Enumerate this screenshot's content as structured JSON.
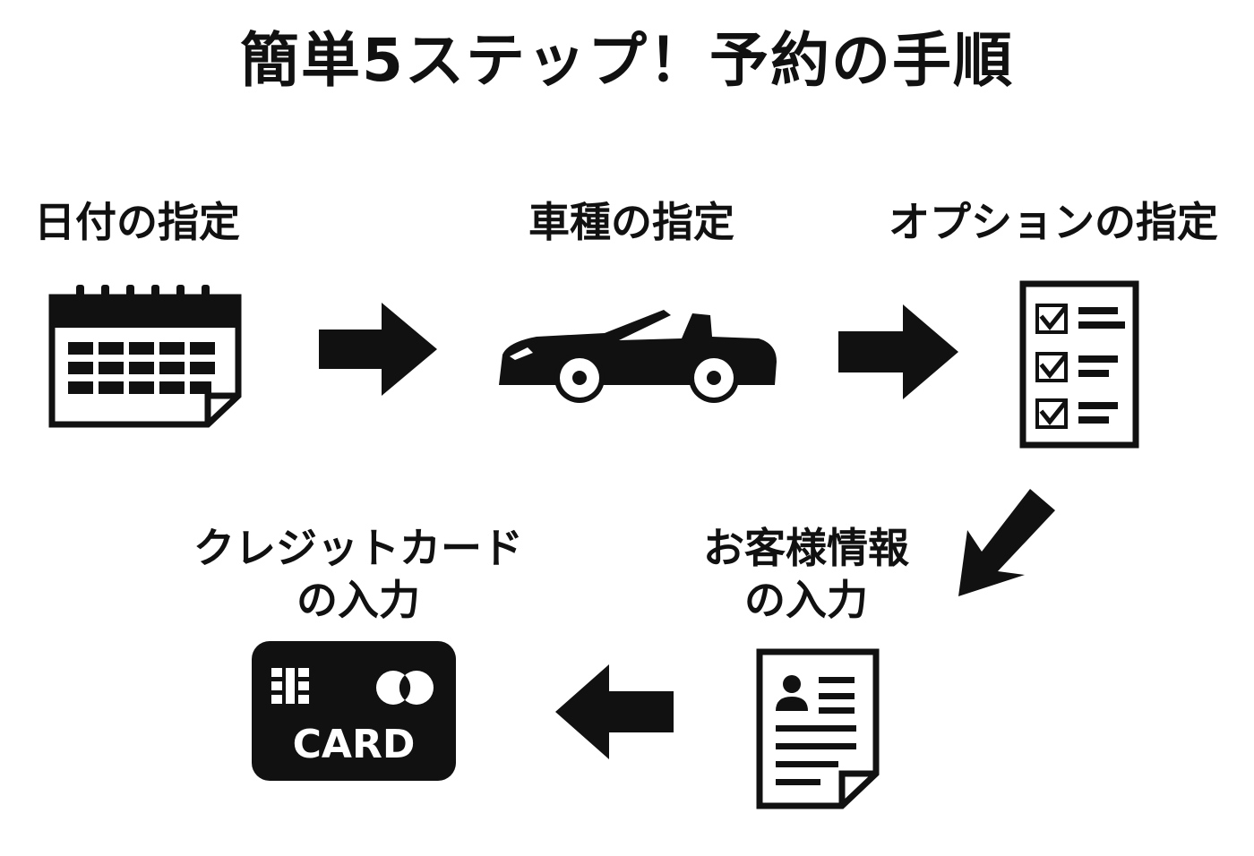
{
  "title": "簡単5ステップ！予約の手順",
  "steps": [
    {
      "label": "日付の指定",
      "icon": "calendar-icon"
    },
    {
      "label": "車種の指定",
      "icon": "car-icon"
    },
    {
      "label": "オプションの指定",
      "icon": "checklist-icon"
    },
    {
      "label_line1": "お客様情報",
      "label_line2": "の入力",
      "icon": "profile-document-icon"
    },
    {
      "label_line1": "クレジットカード",
      "label_line2": "の入力",
      "icon": "credit-card-icon",
      "card_text": "CARD"
    }
  ],
  "colors": {
    "ink": "#111111",
    "background": "#ffffff"
  }
}
